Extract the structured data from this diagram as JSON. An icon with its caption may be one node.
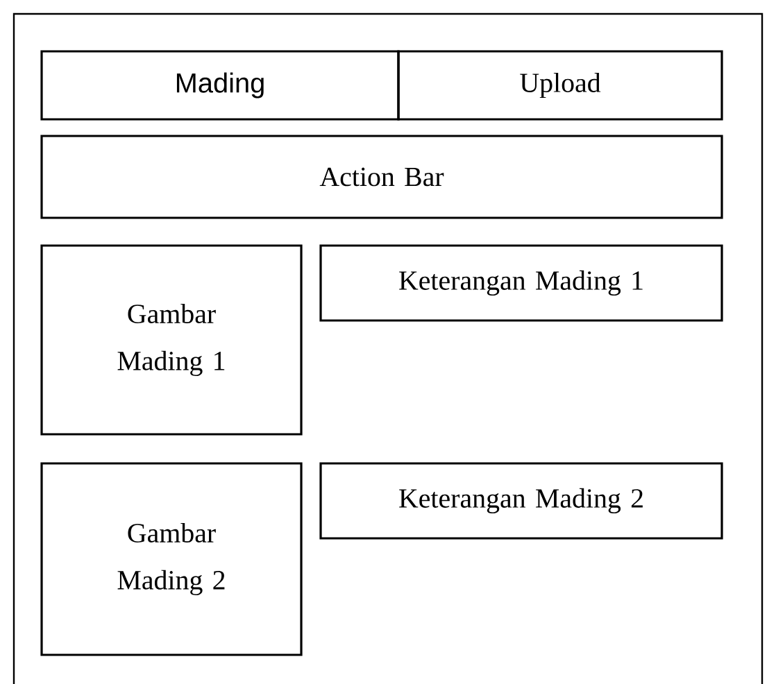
{
  "diagram": {
    "nodes": [
      {
        "text": [],
        "shape": "box"
      },
      {
        "text": [
          "Mading"
        ],
        "in": 0
      },
      {
        "text": [
          "Upload"
        ],
        "in": 0
      },
      {
        "text": [
          "Action Bar"
        ],
        "in": 0
      },
      {
        "text": [
          "Gambar Mading 1"
        ],
        "in": 0
      },
      {
        "text": [
          "Keterangan Mading 1"
        ],
        "in": 0
      },
      {
        "text": [
          "Gambar Mading 2"
        ],
        "in": 0
      },
      {
        "text": [
          "Keterangan Mading 2"
        ],
        "in": 0
      }
    ]
  }
}
